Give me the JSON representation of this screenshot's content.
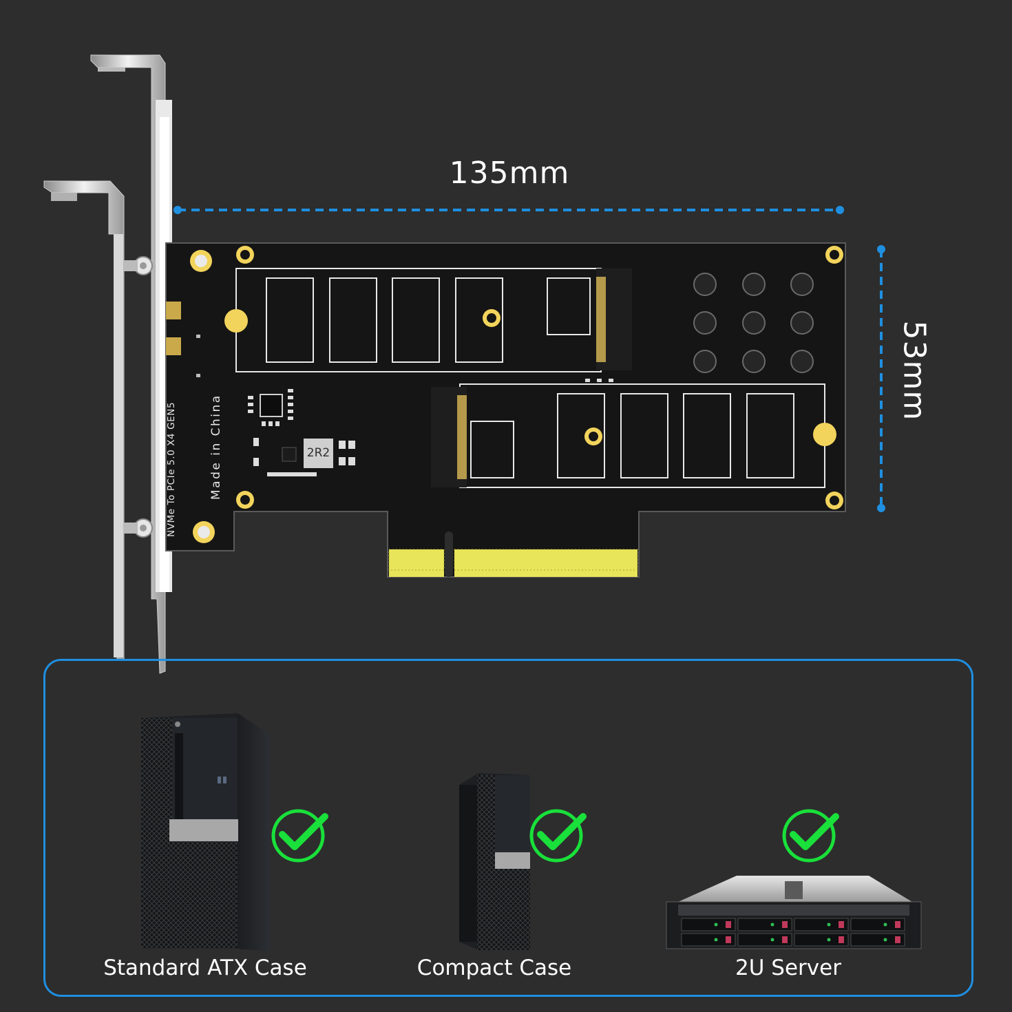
{
  "dimensions": {
    "width": "135mm",
    "height": "53mm"
  },
  "pcb": {
    "model_text": "NVMe To PCIe 5.0 X4 GEN5",
    "origin_text": "Made in China",
    "inductor_label": "2R2"
  },
  "compatibility": [
    {
      "label": "Standard ATX Case",
      "supported": true,
      "icon": "check-circle-icon"
    },
    {
      "label": "Compact Case",
      "supported": true,
      "icon": "check-circle-icon"
    },
    {
      "label": "2U Server",
      "supported": true,
      "icon": "check-circle-icon"
    }
  ],
  "colors": {
    "background": "#2d2d2d",
    "pcb": "#151515",
    "accent_blue": "#1f8fe0",
    "gold": "#f2d45c",
    "check_green": "#19e03a"
  }
}
